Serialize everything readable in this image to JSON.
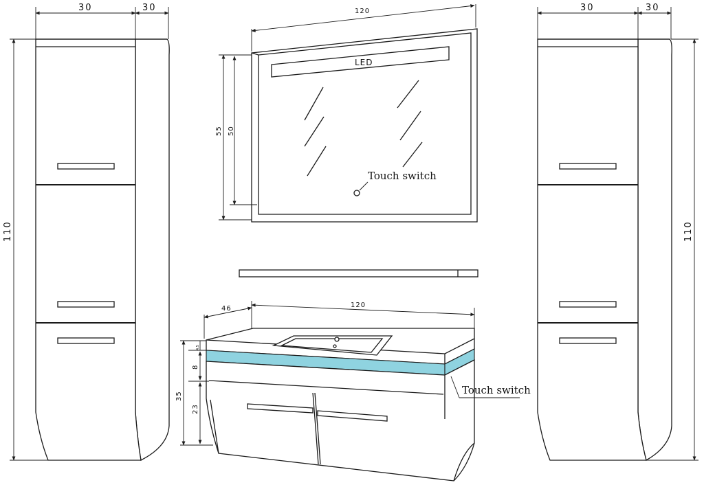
{
  "dimensions": {
    "cabinet_width": "30",
    "cabinet_depth": "30",
    "cabinet_height": "110",
    "mirror_width": "120",
    "mirror_outer_height": "55",
    "mirror_inner_height": "50",
    "vanity_width": "120",
    "vanity_depth": "46",
    "vanity_total_height": "35",
    "top_thickness": "4,5",
    "light_strip_height": "8",
    "drawer_height": "23"
  },
  "labels": {
    "led": "LED",
    "touch_switch_mirror": "Touch switch",
    "touch_switch_vanity": "Touch switch"
  },
  "colors": {
    "line": "#1a1a1a",
    "light_strip": "#8fd3e0",
    "background": "#ffffff"
  }
}
